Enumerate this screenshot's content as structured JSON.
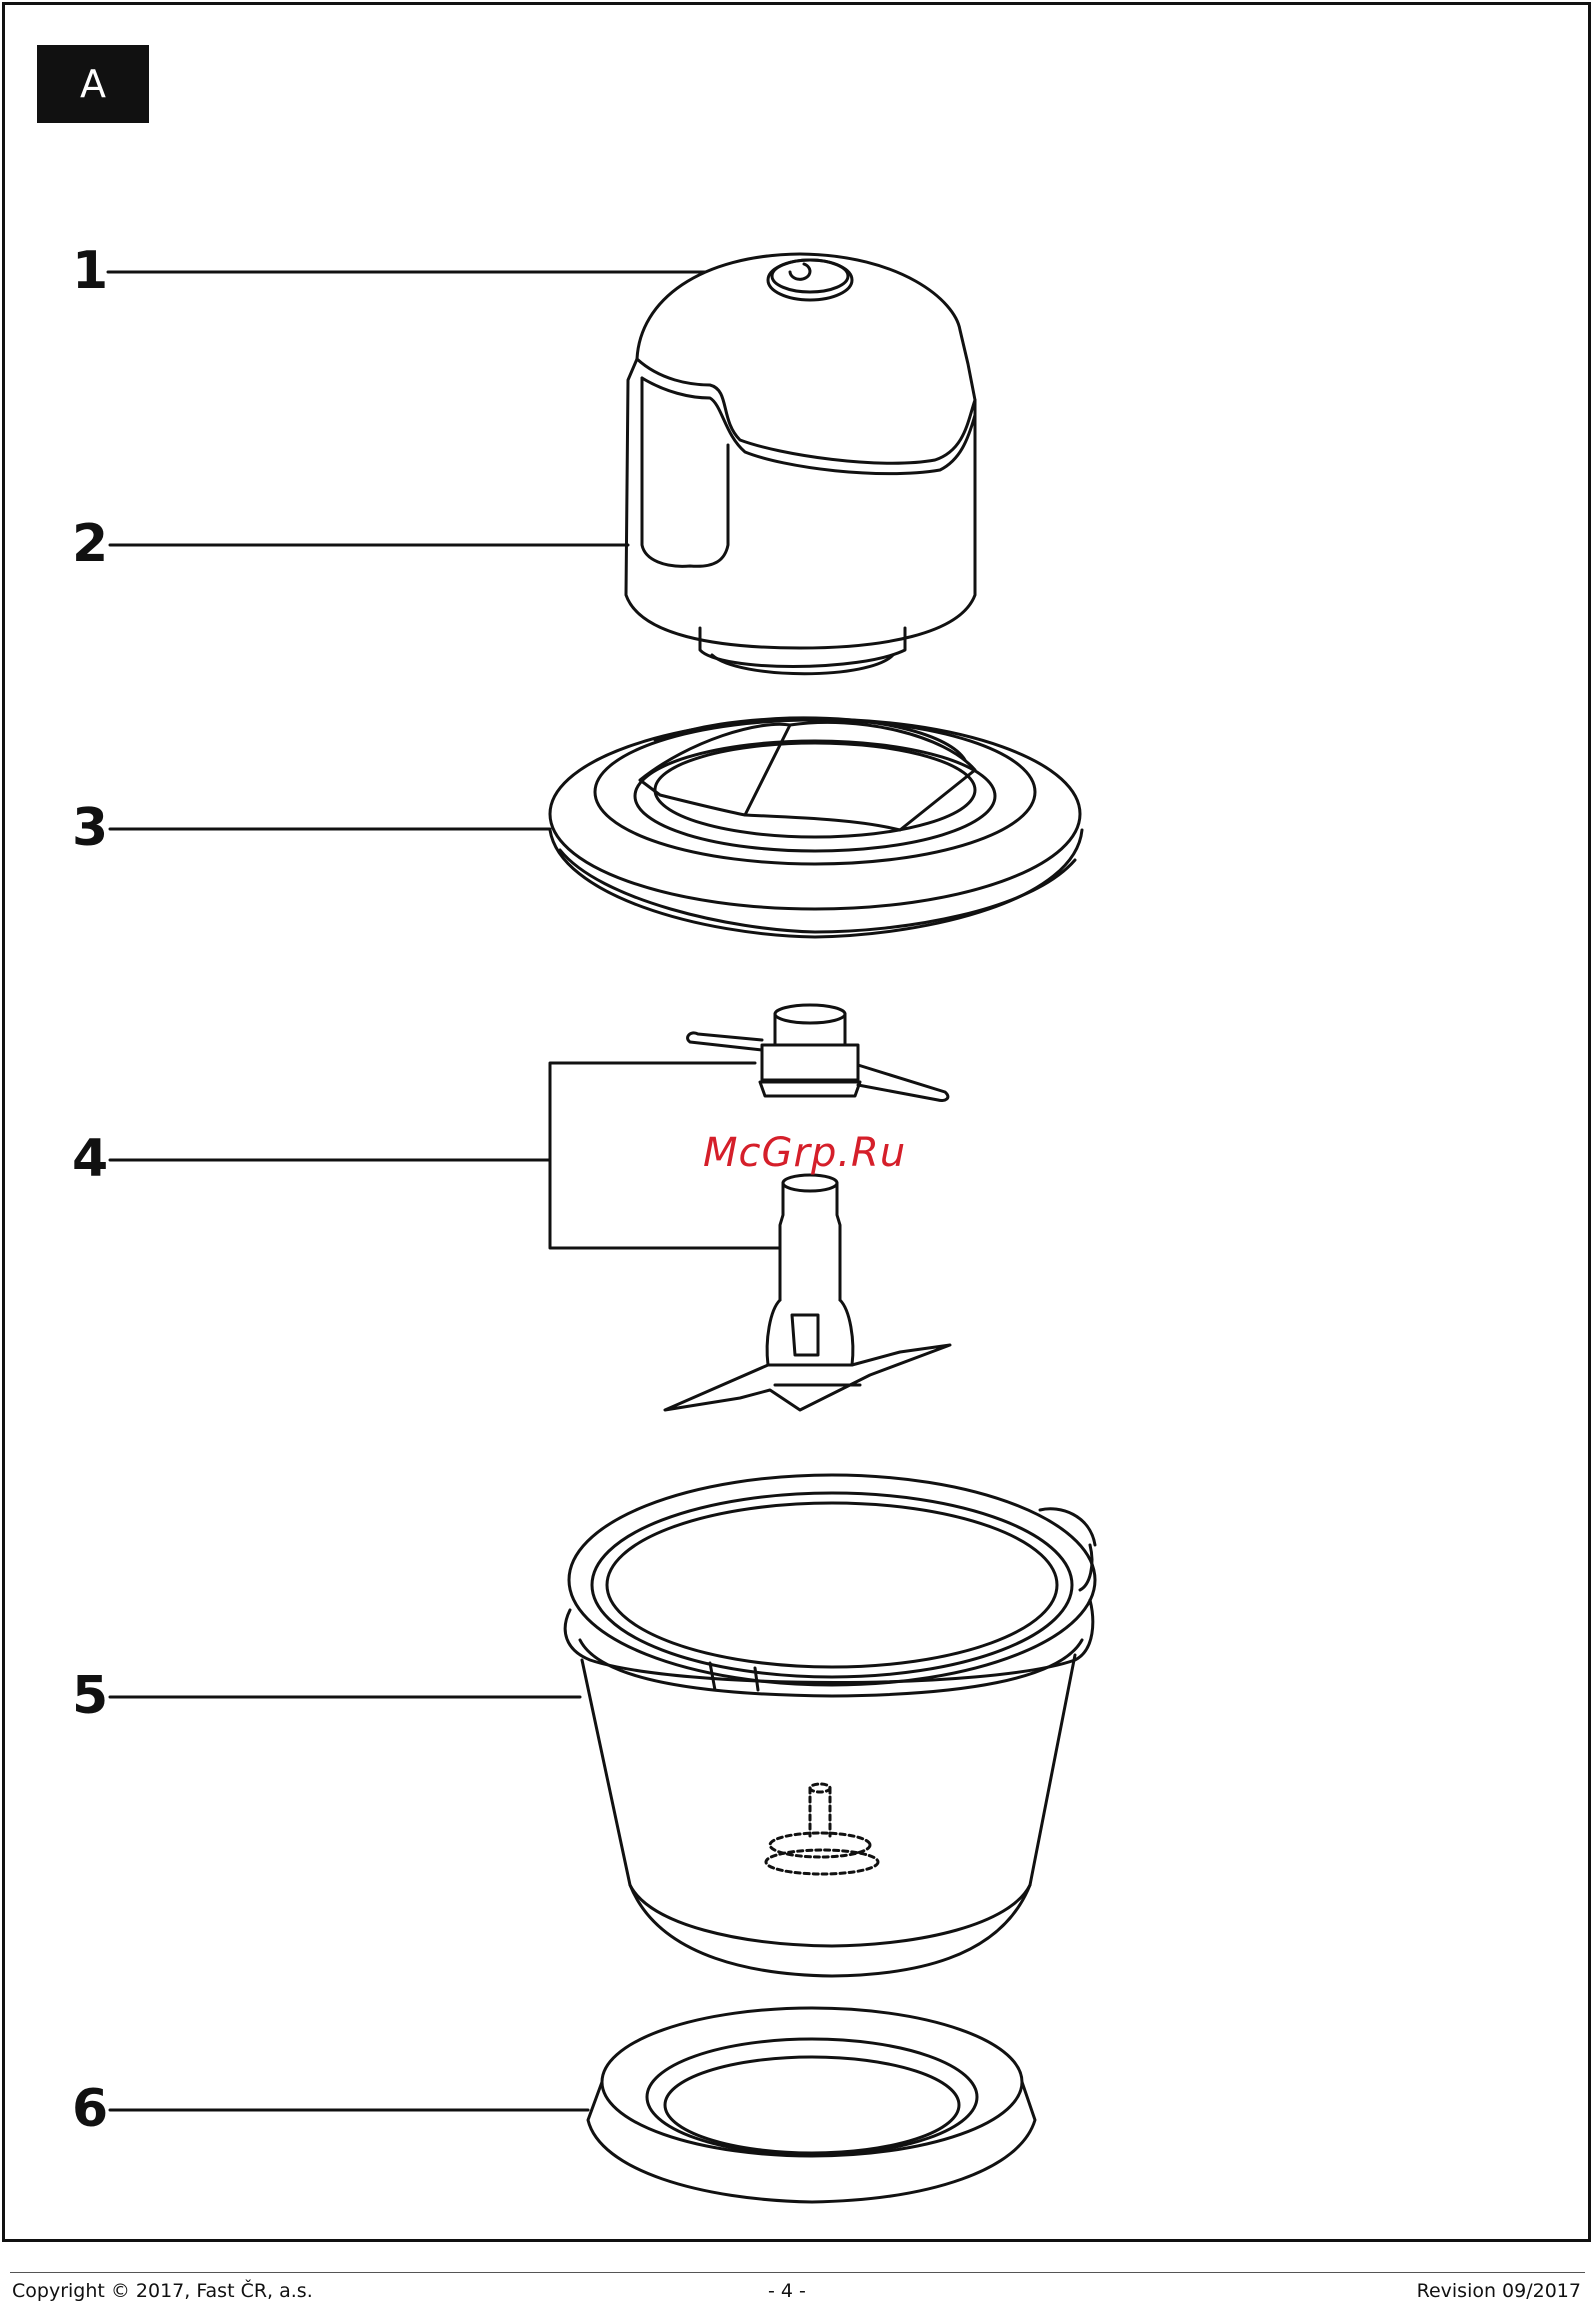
{
  "section_label": "A",
  "parts": [
    {
      "number": "1"
    },
    {
      "number": "2"
    },
    {
      "number": "3"
    },
    {
      "number": "4"
    },
    {
      "number": "5"
    },
    {
      "number": "6"
    }
  ],
  "watermark": "McGrp.Ru",
  "footer": {
    "copyright": "Copyright © 2017, Fast ČR, a.s.",
    "page": "- 4 -",
    "revision": "Revision 09/2017"
  },
  "colors": {
    "ink": "#111111",
    "watermark": "#d51f2a"
  }
}
